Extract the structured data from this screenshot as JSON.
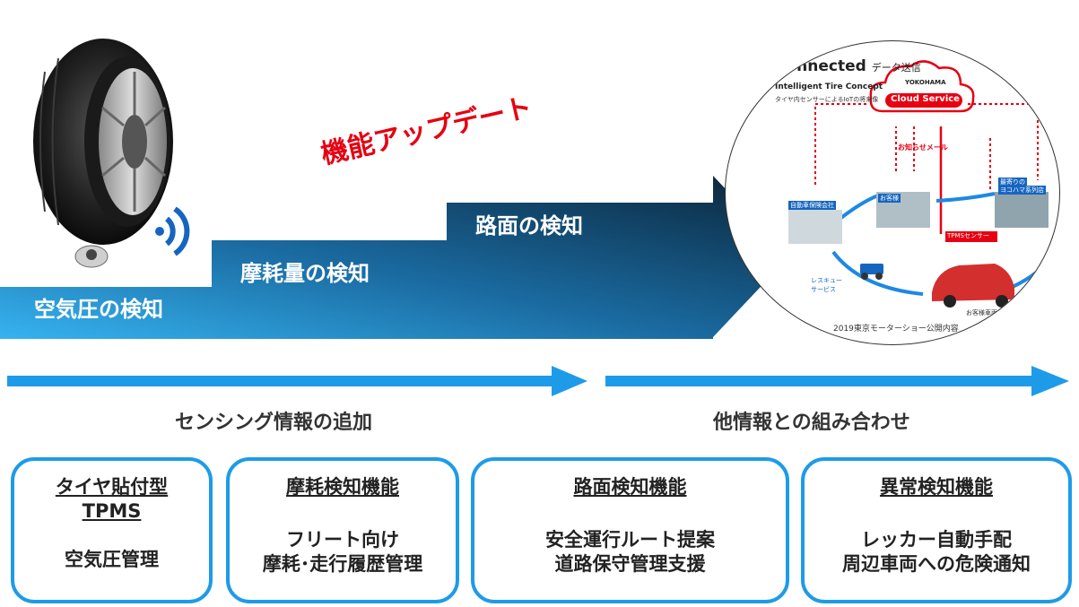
{
  "diagram": {
    "update_title": "機能アップデート",
    "steps": [
      {
        "label": "空気圧の検知"
      },
      {
        "label": "摩耗量の検知"
      },
      {
        "label": "路面の検知"
      }
    ],
    "timeline": {
      "left_title": "センシング情報の追加",
      "right_title": "他情報との組み合わせ"
    },
    "cloud_concept": {
      "connected": "Connected",
      "data_send": "データ送信",
      "concept_title": "Intelligent Tire Concept",
      "concept_sub": "タイヤ内センサーによるIoTの将来像",
      "brand": "YOKOHAMA",
      "cloud_service": "Cloud Service",
      "notify_mail": "お知らせメール",
      "customer": "お客様",
      "insurance": "自動車保険会社",
      "dealer_1": "最寄りの",
      "dealer_2": "ヨコハマ系列店",
      "tpms_sensor": "TPMSセンサー",
      "rescue_service": "レスキューサービス",
      "customer_vehicle": "お客様車両",
      "caption": "2019東京モーターショー公開内容"
    },
    "boxes": [
      {
        "title_1": "タイヤ貼付型",
        "title_2": "TPMS",
        "body_1": "空気圧管理",
        "body_2": ""
      },
      {
        "title_1": "摩耗検知機能",
        "title_2": "",
        "body_1": "フリート向け",
        "body_2": "摩耗･走行履歴管理"
      },
      {
        "title_1": "路面検知機能",
        "title_2": "",
        "body_1": "安全運行ルート提案",
        "body_2": "道路保守管理支援"
      },
      {
        "title_1": "異常検知機能",
        "title_2": "",
        "body_1": "レッカー自動手配",
        "body_2": "周辺車両への危険通知"
      }
    ],
    "colors": {
      "arrow_light": "#36b3f0",
      "arrow_dark": "#0b2438",
      "accent_red": "#e60012",
      "timeline_blue": "#1e9be8",
      "wifi_blue": "#1565c0"
    }
  }
}
